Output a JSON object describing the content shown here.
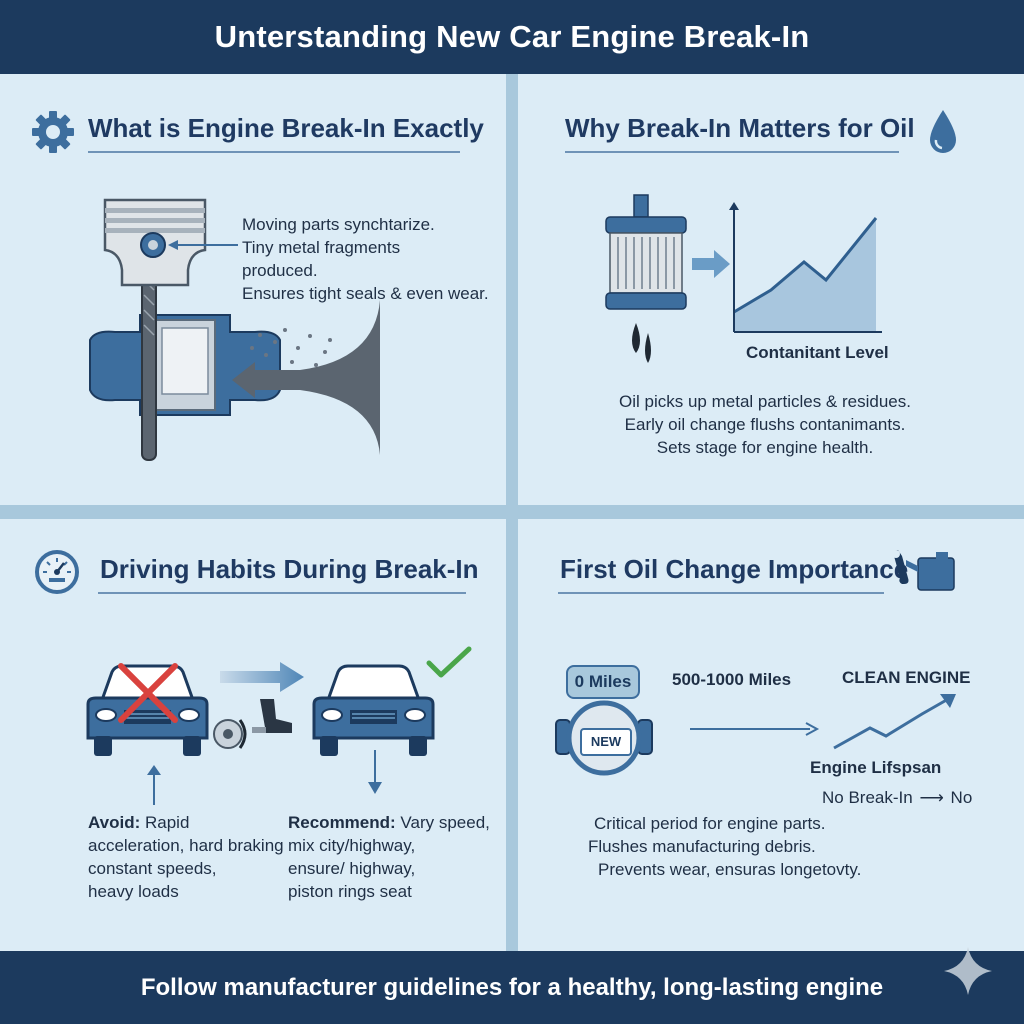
{
  "header": {
    "title": "Unterstanding New Car Engine Break-In"
  },
  "footer": {
    "text": "Follow manufacturer guidelines for a healthy, long-lasting engine"
  },
  "panels": {
    "what": {
      "heading": "What is Engine Break-In Exactly",
      "lines": [
        "Moving parts synchtarize.",
        "Tiny metal fragments",
        "produced.",
        "Ensures tight seals & even wear."
      ]
    },
    "why": {
      "heading": "Why Break-In Matters for Oil",
      "chart_label": "Contanitant Level",
      "lines": [
        "Oil picks up metal particles & residues.",
        "Early oil change flushs contanimants.",
        "Sets stage for engine health."
      ]
    },
    "habits": {
      "heading": "Driving Habits During Break-In",
      "avoid_label": "Avoid:",
      "avoid_lines": [
        "Rapid",
        "acceleration, hard braking",
        "constant speeds,",
        "heavy loads"
      ],
      "recommend_label": "Recommend:",
      "recommend_lines": [
        "Vary speed,",
        "mix city/highway,",
        "ensure/ highway,",
        "piston rings seat"
      ]
    },
    "oil": {
      "heading": "First Oil Change Importance",
      "zero_miles": "0 Miles",
      "badge": "NEW",
      "miles_range": "500-1000 Miles",
      "clean_engine": "CLEAN ENGINE",
      "lifespan": "Engine Lifspsan",
      "no_breakin": "No Break-In",
      "no": "No",
      "lines": [
        "Critical period for engine parts.",
        "Flushes manufacturing debris.",
        "Prevents wear, ensuras longetovty."
      ]
    }
  },
  "colors": {
    "navy": "#1c3a5e",
    "steel_blue": "#3d6e9e",
    "light_blue": "#a8c8dc",
    "background": "#dcecf6",
    "red_x": "#d9423e",
    "green_check": "#4aa64a"
  },
  "icons": [
    "gear-icon",
    "oil-drop-icon",
    "speedometer-icon",
    "wrench-oil-can-icon",
    "piston-icon",
    "oil-filter-icon",
    "car-icon",
    "sparkle-icon"
  ]
}
